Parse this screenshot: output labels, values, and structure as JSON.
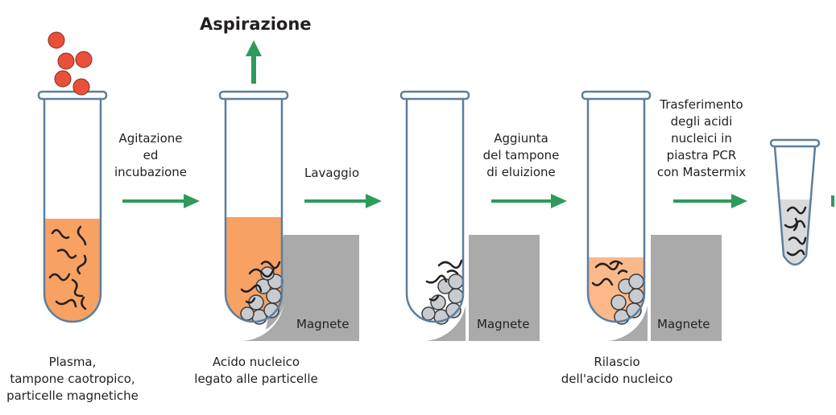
{
  "title": "Aspirazione",
  "steps": {
    "agitazione": "Agitazione\ned\nincubazione",
    "lavaggio": "Lavaggio",
    "aggiunta": "Aggiunta\ndel tampone\ndi eluizione",
    "trasferimento": "Trasferimento\ndegli acidi\nnucleici in\npiastra PCR\ncon Mastermix"
  },
  "captions": {
    "tube1": "Plasma,\ntampone caotropico,\nparticelle magnetiche",
    "tube2": "Acido nucleico\nlegato alle particelle",
    "tube4": "Rilascio\ndell'acido nucleico"
  },
  "magnet_label": "Magnete",
  "colors": {
    "liquid": "#f7a163",
    "liquid_light": "#fbb98a",
    "bead_red": "#e8503a",
    "arrow_green": "#2e9a5c",
    "magnet_gray": "#aaaaaa",
    "tube_outline": "#5a7fa0",
    "particle_gray": "#c8ccd0",
    "pcr_fill": "#d8dadc"
  }
}
